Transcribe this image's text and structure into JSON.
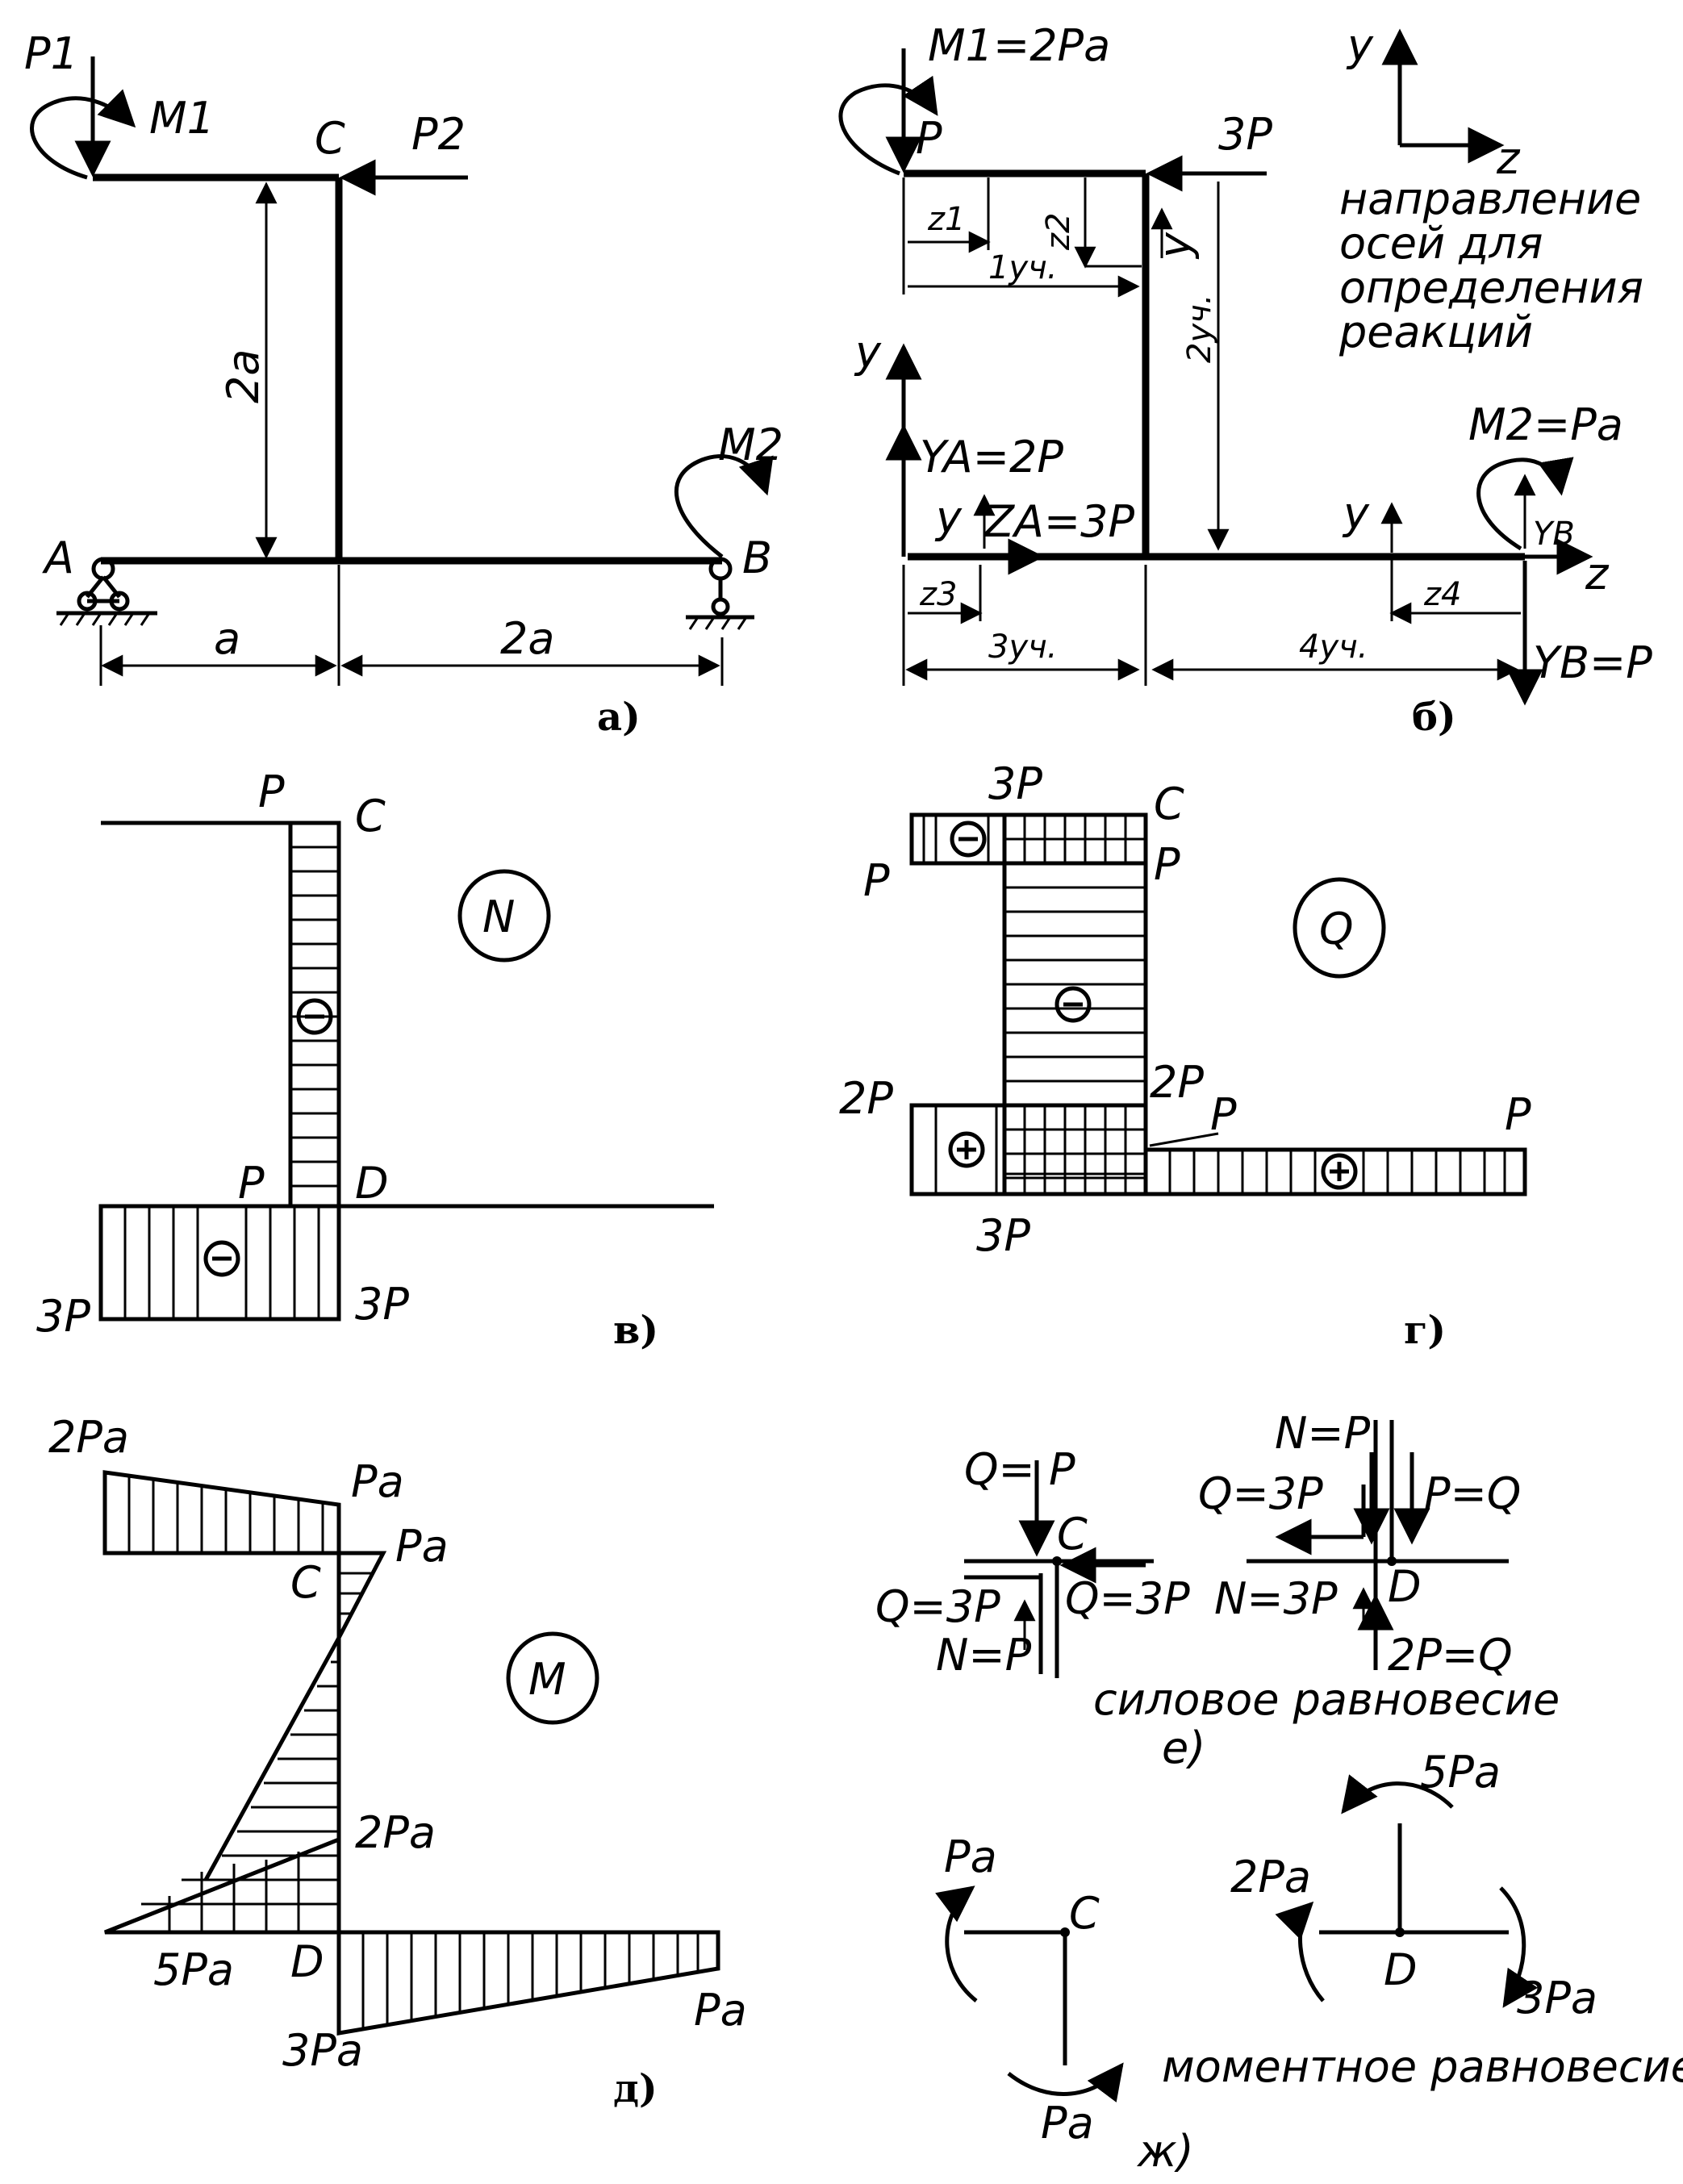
{
  "panel_a": {
    "P1": "P1",
    "M1": "M1",
    "C": "C",
    "P2": "P2",
    "dim_2a_vert": "2a",
    "M2": "M2",
    "A": "A",
    "B": "B",
    "dim_a": "a",
    "dim_2a": "2a",
    "caption": "а)"
  },
  "panel_b": {
    "M1": "M1=2Pa",
    "P": "P",
    "P3": "3P",
    "z1": "z1",
    "z2": "z2",
    "y_top": "y",
    "sec1": "1уч.",
    "sec2": "2уч.",
    "y_left": "y",
    "YA": "YA=2P",
    "y_mid": "y",
    "ZA": "ZA=3P",
    "z3": "z3",
    "sec3": "3уч.",
    "y_right": "y",
    "z4": "z4",
    "sec4": "4уч.",
    "YB": "YB=P",
    "YB_arrow": "YB",
    "M2": "M2=Pa",
    "z_axis": "z",
    "caption": "б)",
    "axes": {
      "y": "y",
      "z": "z",
      "note": [
        "направление",
        "осей для",
        "определения",
        "реакций"
      ]
    }
  },
  "panel_v": {
    "P_top": "P",
    "C": "C",
    "N": "N",
    "P_mid": "P",
    "D": "D",
    "P3_left": "3P",
    "P3_right": "3P",
    "caption": "в)"
  },
  "panel_g": {
    "P3_top": "3P",
    "C": "C",
    "P_left": "P",
    "P_right": "P",
    "Q": "Q",
    "P2_mid": "2P",
    "P2_left": "2P",
    "P_beam": "P",
    "P_end": "P",
    "P3_bot": "3P",
    "caption": "г)"
  },
  "panel_d": {
    "Pa2_top": "2Pa",
    "Pa_top": "Pa",
    "Pa_C": "Pa",
    "C": "C",
    "M": "M",
    "Pa2_mid": "2Pa",
    "Pa5": "5Pa",
    "D": "D",
    "Pa_end": "Pa",
    "Pa3": "3Pa",
    "caption": "д)"
  },
  "panel_e": {
    "Q_P": "Q=",
    "P": "P",
    "C": "C",
    "Q3P_left": "Q=3P",
    "Q3P_right": "Q=3P",
    "N_P": "N=P",
    "N_P2": "N=P",
    "Q3P_2": "Q=3P",
    "P_Q": "P=Q",
    "D": "D",
    "N3P": "N=3P",
    "P2_Q": "2P=Q",
    "caption_text": "силовое равновесие",
    "caption": "е)"
  },
  "panel_zh": {
    "Pa_top": "Pa",
    "C": "C",
    "Pa_bot": "Pa",
    "Pa5": "5Pa",
    "Pa2": "2Pa",
    "D": "D",
    "Pa3": "3Pa",
    "caption_text": "моментное равновесие",
    "caption": "ж)"
  }
}
